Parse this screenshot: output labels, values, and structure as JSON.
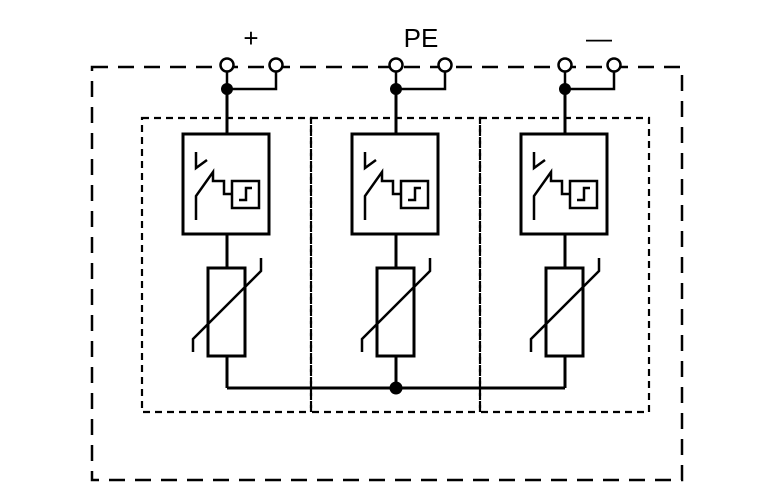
{
  "terminals": {
    "left_label": "+",
    "middle_label": "PE",
    "right_label": "—"
  },
  "modules": [
    {
      "id": "module-left",
      "components": [
        "thermal-disconnector",
        "varistor"
      ]
    },
    {
      "id": "module-middle",
      "components": [
        "thermal-disconnector",
        "varistor"
      ]
    },
    {
      "id": "module-right",
      "components": [
        "thermal-disconnector",
        "varistor"
      ]
    }
  ],
  "icons": [
    "terminal-circle-icon",
    "junction-dot-icon",
    "disconnector-symbol-icon",
    "varistor-symbol-icon"
  ]
}
